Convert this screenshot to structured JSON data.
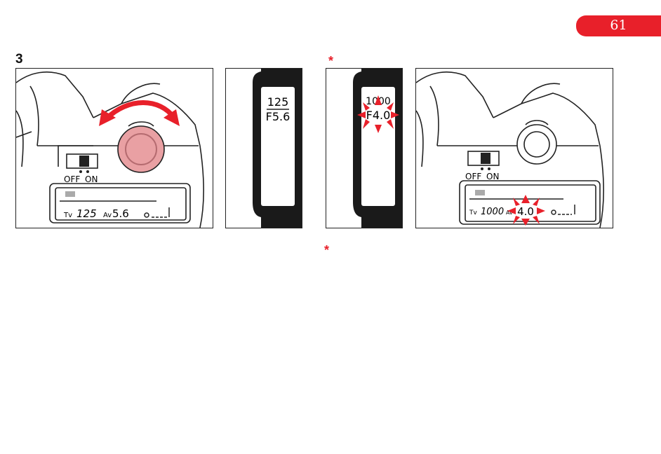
{
  "page": {
    "number": "61"
  },
  "step": {
    "number": "3"
  },
  "notes": {
    "asterisk_top": "*",
    "asterisk_bottom": "*"
  },
  "panel1": {
    "switch_off": "OFF",
    "switch_on": "ON",
    "lcd_tv_label": "Tv",
    "lcd_tv_value": "125",
    "lcd_av_label": "Av",
    "lcd_av_value": "5.6"
  },
  "panel2": {
    "shutter": "125",
    "aperture": "F5.6"
  },
  "panel3": {
    "shutter": "1000",
    "aperture": "F4.0"
  },
  "panel4": {
    "switch_off": "OFF",
    "switch_on": "ON",
    "lcd_tv_label": "Tv",
    "lcd_tv_value": "1000",
    "lcd_av_label": "Av",
    "lcd_av_value": "4.0"
  },
  "colors": {
    "accent": "#e8202a",
    "dial_highlight": "#e9a0a3",
    "viewfinder": "#1a1a1a"
  }
}
